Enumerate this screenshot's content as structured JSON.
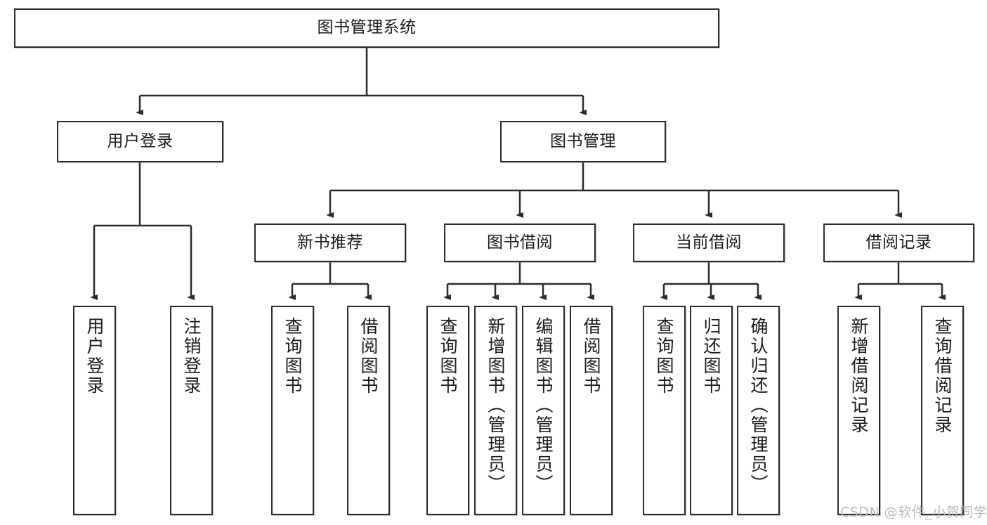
{
  "diagram": {
    "type": "tree-hierarchy",
    "title_node": {
      "label": "图书管理系统"
    },
    "level2": [
      {
        "id": "user-login",
        "label": "用户登录"
      },
      {
        "id": "book-management",
        "label": "图书管理"
      }
    ],
    "level3": [
      {
        "id": "new-book-recommend",
        "label": "新书推荐",
        "parent": "book-management"
      },
      {
        "id": "book-borrow",
        "label": "图书借阅",
        "parent": "book-management"
      },
      {
        "id": "current-borrow",
        "label": "当前借阅",
        "parent": "book-management"
      },
      {
        "id": "borrow-record",
        "label": "借阅记录",
        "parent": "book-management"
      }
    ],
    "leaves": {
      "user-login": [
        {
          "id": "leaf-user-login",
          "label": "用户登录"
        },
        {
          "id": "leaf-logout-login",
          "label": "注销登录"
        }
      ],
      "new-book-recommend": [
        {
          "id": "leaf-query-book-1",
          "label": "查询图书"
        },
        {
          "id": "leaf-borrow-book-1",
          "label": "借阅图书"
        }
      ],
      "book-borrow": [
        {
          "id": "leaf-query-book-2",
          "label": "查询图书"
        },
        {
          "id": "leaf-add-book",
          "label": "新增图书（管理员）"
        },
        {
          "id": "leaf-edit-book",
          "label": "编辑图书（管理员）"
        },
        {
          "id": "leaf-borrow-book-2",
          "label": "借阅图书"
        }
      ],
      "current-borrow": [
        {
          "id": "leaf-query-book-3",
          "label": "查询图书"
        },
        {
          "id": "leaf-return-book",
          "label": "归还图书"
        },
        {
          "id": "leaf-confirm-return",
          "label": "确认归还（管理员）"
        }
      ],
      "borrow-record": [
        {
          "id": "leaf-add-record",
          "label": "新增借阅记录"
        },
        {
          "id": "leaf-query-record",
          "label": "查询借阅记录"
        }
      ]
    }
  },
  "watermark": {
    "text": "CSDN @软件_小贺同学"
  },
  "colors": {
    "node_border": "#2b2b2b",
    "node_fill": "#ffffff",
    "edge": "#2b2b2b",
    "text": "#1a1a1a",
    "watermark": "#b9b9b9",
    "background": "#ffffff"
  }
}
